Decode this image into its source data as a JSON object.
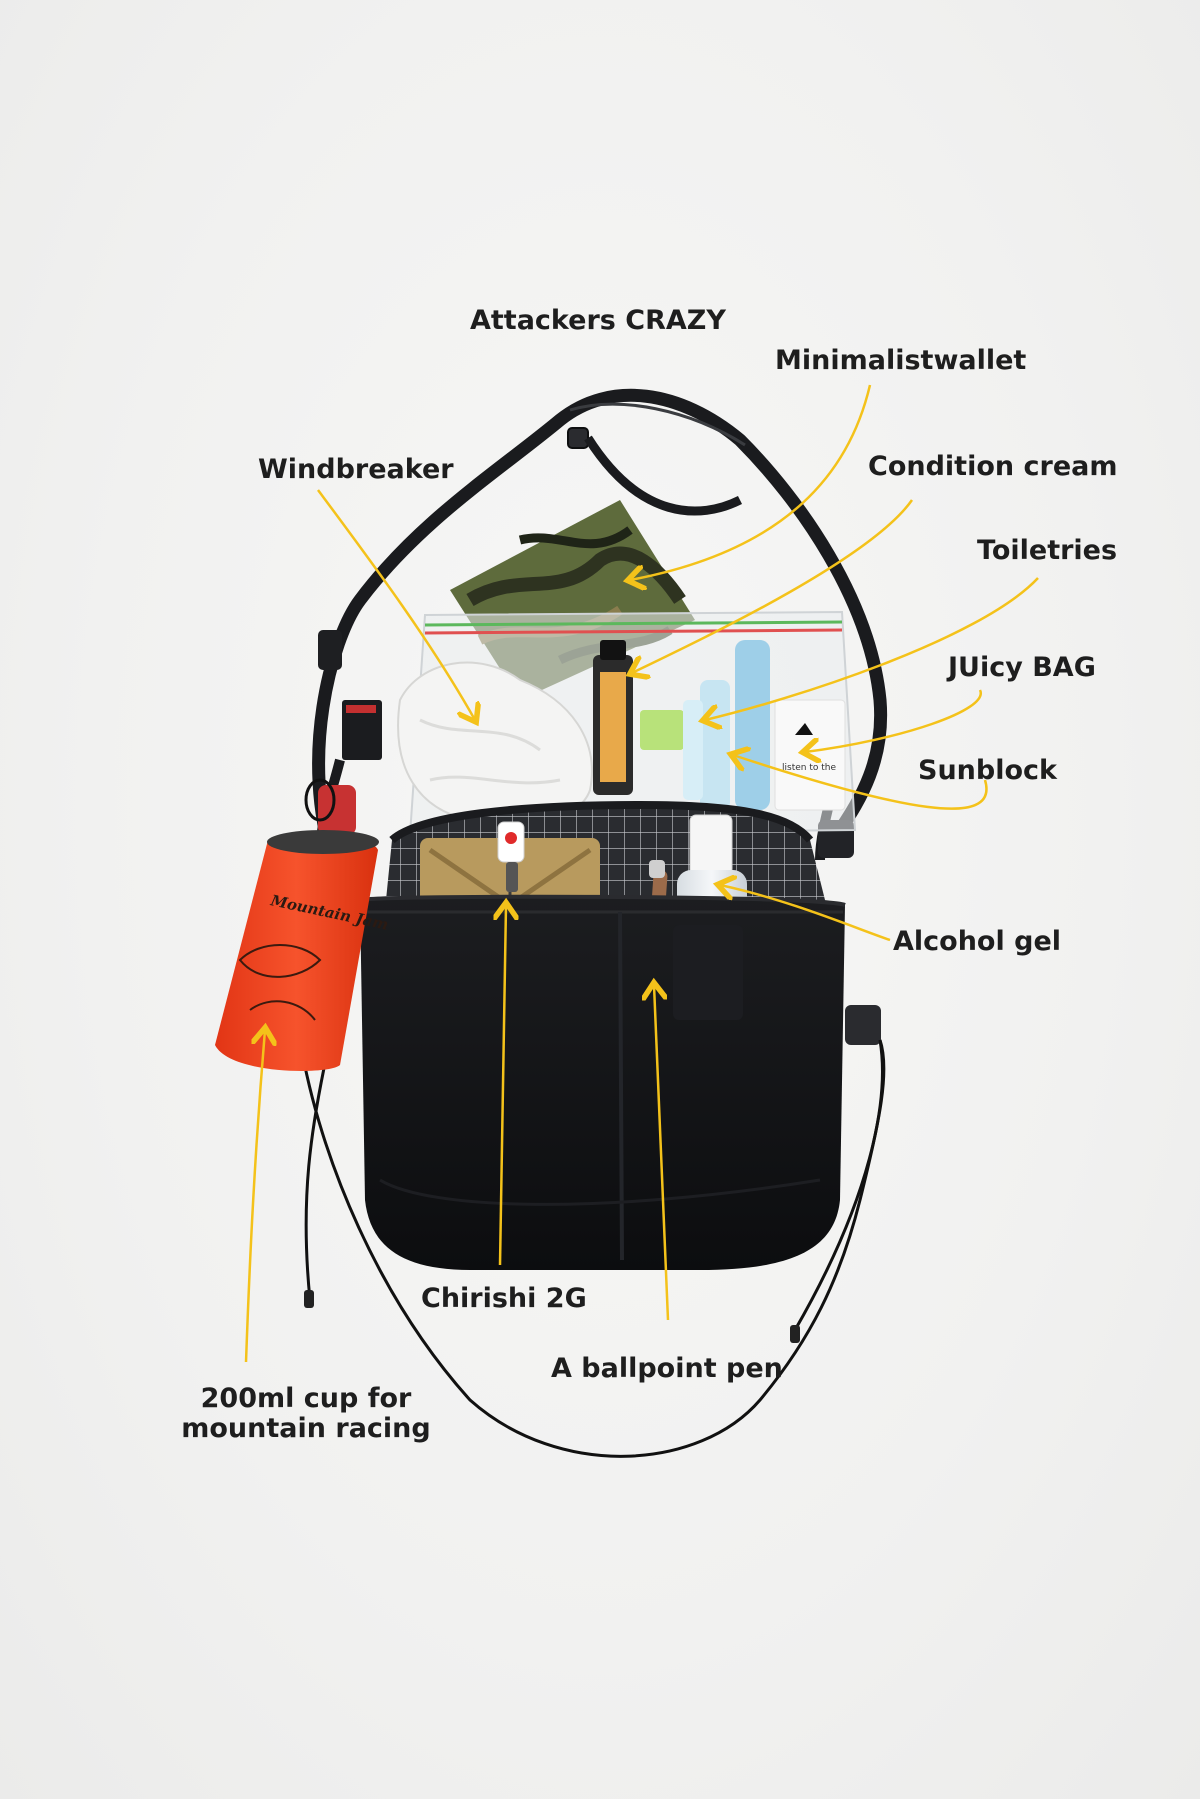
{
  "annotations": {
    "attackers_crazy": "Attackers CRAZY",
    "minimalist_wallet": "Minimalistwallet",
    "windbreaker": "Windbreaker",
    "condition_cream": "Condition cream",
    "toiletries": "Toiletries",
    "juicy_bag": "JUicy BAG",
    "sunblock": "Sunblock",
    "alcohol_gel": "Alcohol gel",
    "chirishi_2g": "Chirishi 2G",
    "ballpoint_pen": "A ballpoint pen",
    "cup_line1": "200ml cup for",
    "cup_line2": "mountain racing"
  },
  "colors": {
    "background": "#f3f3f2",
    "arrow": "#f4c21a",
    "label_text": "#1e1e1e",
    "bag_body": "#111214",
    "cup": "#f0401e",
    "wallet": "#b89a5e",
    "camo_base": "#5e6b3c"
  },
  "icons": [
    "flag-japan-icon"
  ]
}
